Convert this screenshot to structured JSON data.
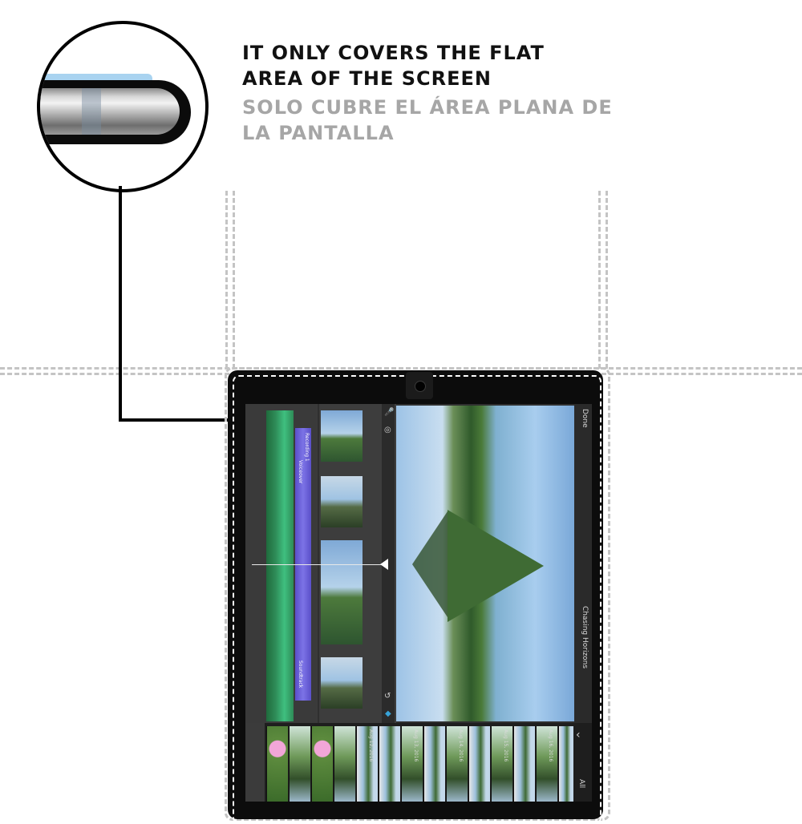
{
  "headline": {
    "en_line1": "IT ONLY COVERS THE FLAT",
    "en_line2": "AREA OF THE SCREEN",
    "es_line1": "SOLO CUBRE EL ÁREA PLANA DE",
    "es_line2": "LA PANTALLA"
  },
  "screen": {
    "done_label": "Done",
    "project_title": "Chasing Horizons",
    "clip_dates": [
      "Aug 12, 2016",
      "Aug 13, 2016",
      "Aug 14, 2016",
      "Aug 15, 2016",
      "Aug 16, 2016"
    ],
    "filter_label": "All",
    "recording_label": "Recording 1",
    "theme_label": "Voiceover",
    "audio_label": "Soundtrack"
  },
  "colors": {
    "headline": "#111111",
    "subline": "#a6a6a6",
    "glass": "#a9d3f0",
    "dashed_guide": "#c4c4c4"
  },
  "icons": {
    "camera": "camera-icon",
    "microphone": "microphone-icon",
    "undo": "undo-icon",
    "chevron": "chevron-left-icon"
  }
}
